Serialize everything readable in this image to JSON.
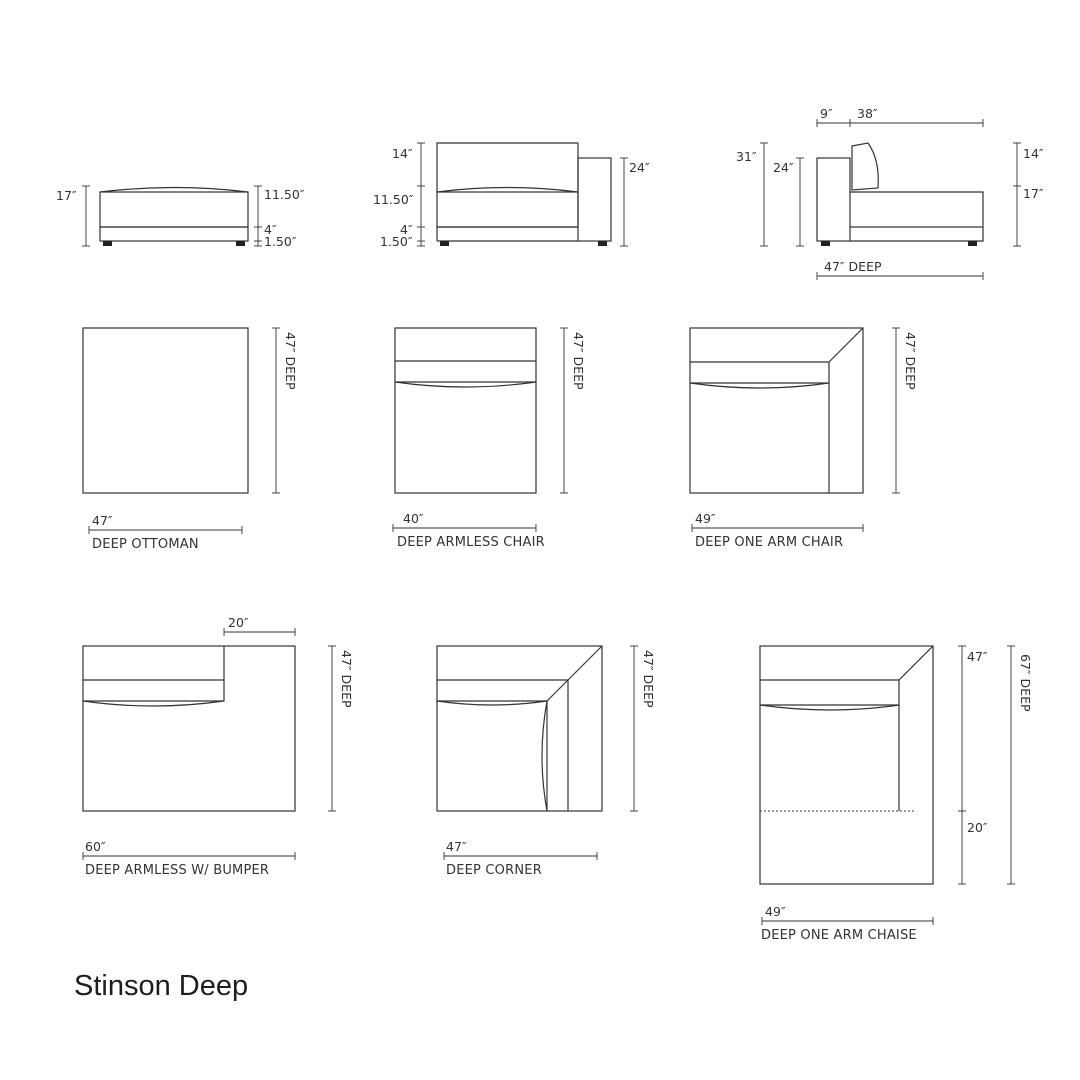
{
  "page": {
    "title": "Stinson Deep"
  },
  "elevations": {
    "ottoman": {
      "height": "17″",
      "seat": "11.50″",
      "base": "4″",
      "leg": "1.50″"
    },
    "armless": {
      "back": "14″",
      "seat": "11.50″",
      "base": "4″",
      "leg": "1.50″",
      "arm_height": "24″"
    },
    "side": {
      "arm_width": "9″",
      "seat_depth": "38″",
      "total_height": "31″",
      "arm_height": "24″",
      "back": "14″",
      "seat_height": "17″",
      "depth": "47″ DEEP"
    }
  },
  "modules": [
    {
      "name": "DEEP OTTOMAN",
      "width": "47″",
      "depth": "47″ DEEP"
    },
    {
      "name": "DEEP ARMLESS CHAIR",
      "width": "40″",
      "depth": "47″ DEEP"
    },
    {
      "name": "DEEP ONE ARM CHAIR",
      "width": "49″",
      "depth": "47″ DEEP"
    },
    {
      "name": "DEEP ARMLESS W/ BUMPER",
      "width": "60″",
      "depth": "47″ DEEP",
      "bumper": "20″"
    },
    {
      "name": "DEEP CORNER",
      "width": "47″",
      "depth": "47″ DEEP"
    },
    {
      "name": "DEEP ONE ARM CHAISE",
      "width": "49″",
      "depth": "67″ DEEP",
      "upper": "47″",
      "lower": "20″"
    }
  ]
}
